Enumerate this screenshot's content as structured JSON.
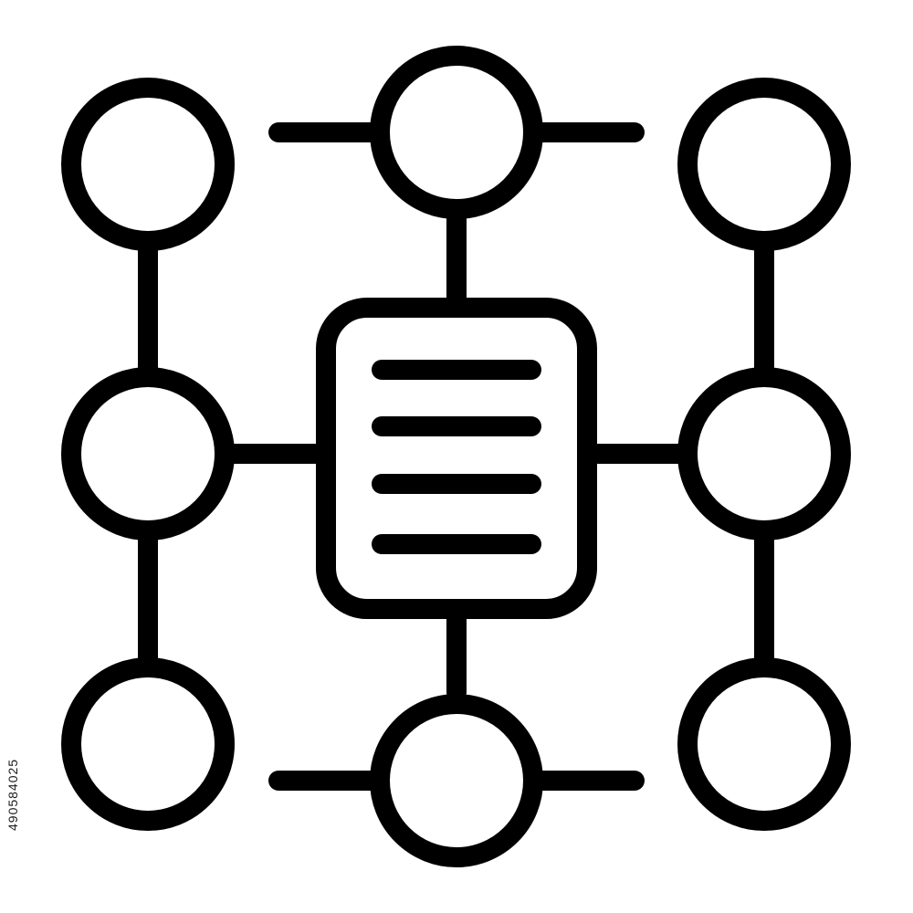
{
  "diagram": {
    "icon": "document-network-icon",
    "stroke_color": "#000000",
    "fill_color": "#ffffff",
    "nodes": [
      {
        "id": "node-top-left",
        "icon": "circle-node-icon"
      },
      {
        "id": "node-top-center",
        "icon": "circle-node-icon"
      },
      {
        "id": "node-top-right",
        "icon": "circle-node-icon"
      },
      {
        "id": "node-middle-left",
        "icon": "circle-node-icon"
      },
      {
        "id": "node-middle-right",
        "icon": "circle-node-icon"
      },
      {
        "id": "node-bottom-left",
        "icon": "circle-node-icon"
      },
      {
        "id": "node-bottom-center",
        "icon": "circle-node-icon"
      },
      {
        "id": "node-bottom-right",
        "icon": "circle-node-icon"
      }
    ],
    "center": {
      "id": "document-center",
      "icon": "document-icon",
      "text_lines": 4
    }
  },
  "watermark": {
    "stock_id": "490584025"
  }
}
